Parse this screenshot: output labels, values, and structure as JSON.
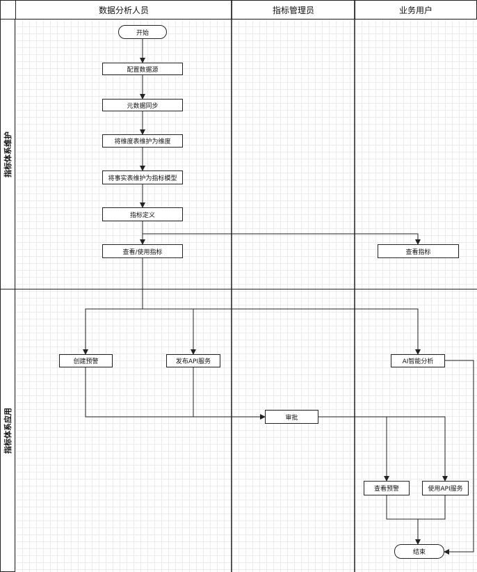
{
  "lanes": [
    "数据分析人员",
    "指标管理员",
    "业务用户"
  ],
  "bands": [
    "指标体系维护",
    "指标体系应用"
  ],
  "nodes": {
    "start": "开始",
    "config_source": "配置数据源",
    "meta_sync": "元数据同步",
    "dim_table": "将维度表维护为维度",
    "fact_table": "将事实表维护为指标模型",
    "metric_def": "指标定义",
    "view_use_metric": "查看/使用指标",
    "view_metric": "查看指标",
    "create_alert": "创建预警",
    "publish_api": "发布API服务",
    "ai_analysis": "AI智能分析",
    "approve": "审批",
    "view_alert": "查看预警",
    "use_api": "使用API服务",
    "end": "结束"
  }
}
